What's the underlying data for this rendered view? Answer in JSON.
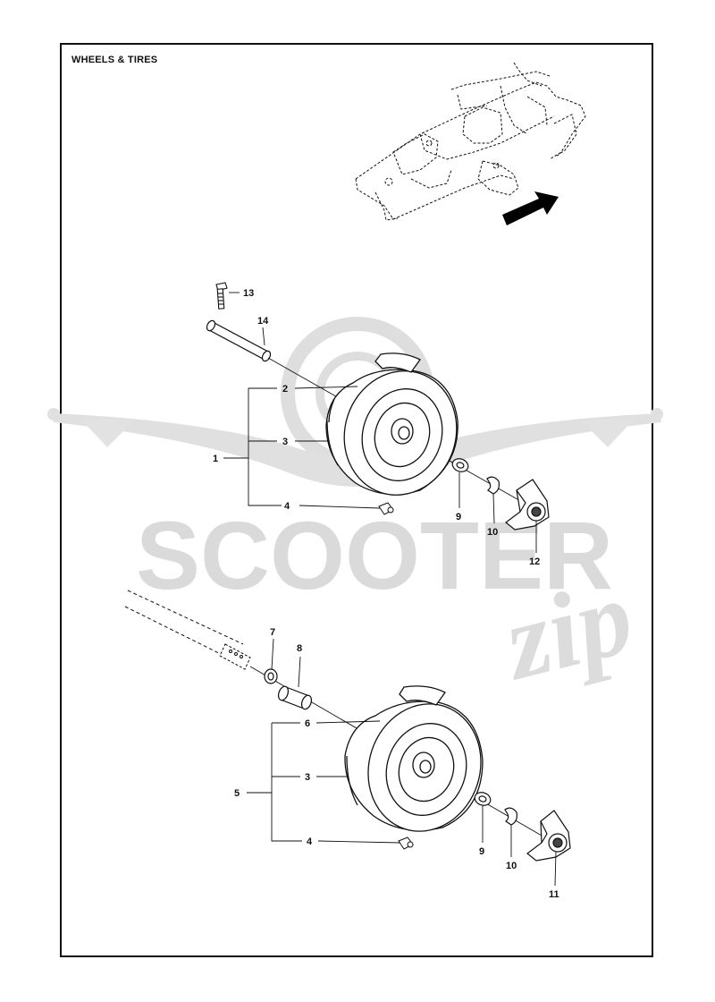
{
  "title": "WHEELS & TIRES",
  "watermark": {
    "word": "SCOOTER",
    "script": "zip"
  },
  "colors": {
    "line": "#111111",
    "watermark": "#d9d9d9",
    "arrow": "#000000"
  },
  "callouts": {
    "c13": "13",
    "c14": "14",
    "c2": "2",
    "c3a": "3",
    "c1": "1",
    "c4a": "4",
    "c9a": "9",
    "c10a": "10",
    "c12": "12",
    "c7": "7",
    "c8": "8",
    "c6": "6",
    "c3b": "3",
    "c5": "5",
    "c4b": "4",
    "c9b": "9",
    "c10b": "10",
    "c11": "11"
  }
}
